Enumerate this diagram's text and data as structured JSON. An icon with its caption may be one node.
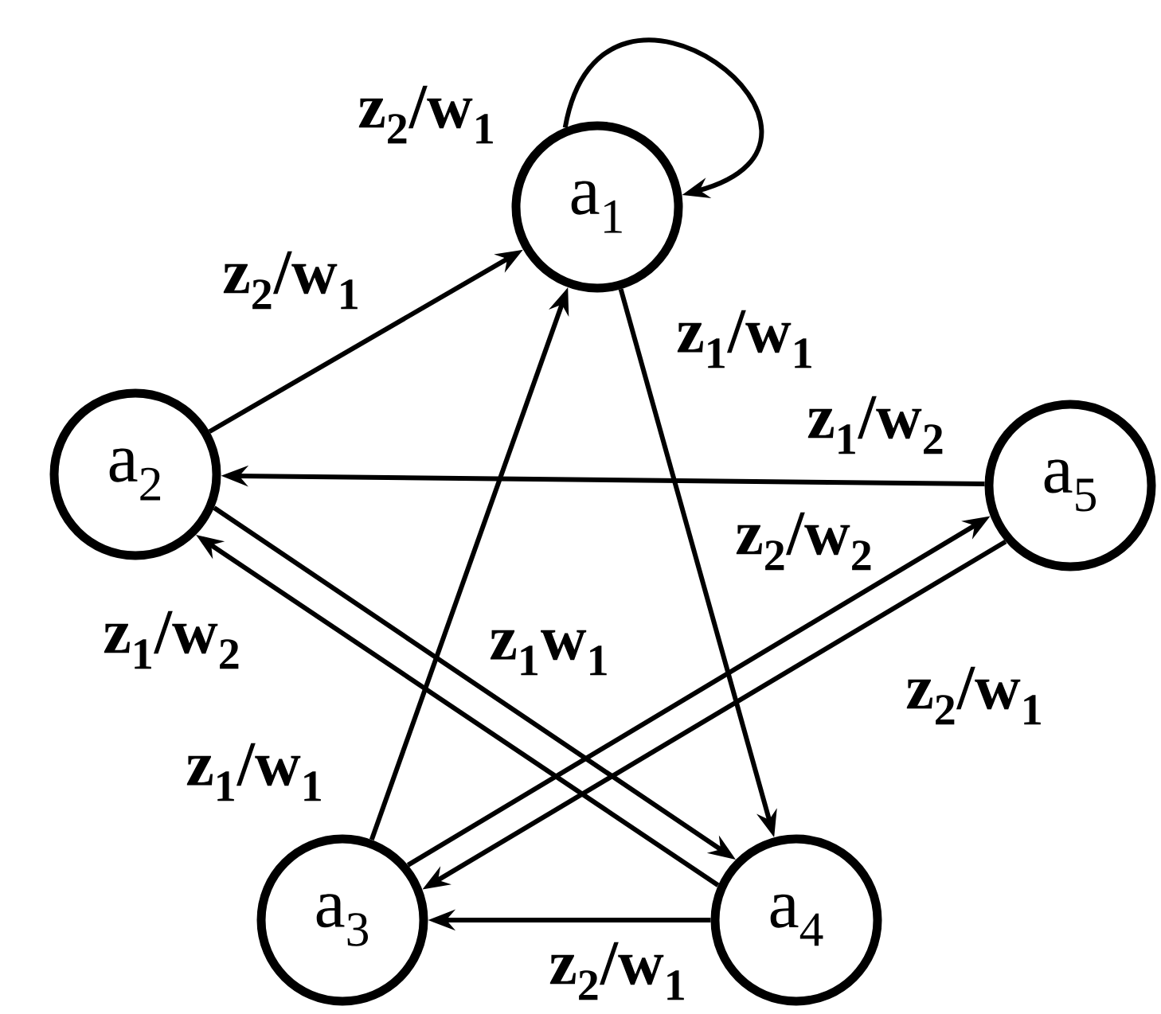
{
  "diagram": {
    "nodes": [
      {
        "text": [
          "a$_{1}$"
        ]
      },
      {
        "text": [
          "a$_{2}$"
        ]
      },
      {
        "text": [
          "a$_{5}$"
        ]
      },
      {
        "text": [
          "a$_{3}$"
        ]
      },
      {
        "text": [
          "a$_{4}$"
        ]
      }
    ],
    "edges": [
      {
        "from": 0,
        "to": 0,
        "arrow": "to",
        "label": "z$_{2}$/w$_{1}$"
      },
      {
        "from": 1,
        "to": 0,
        "arrow": "to",
        "label": "z$_{2}$/w$_{1}$"
      },
      {
        "from": 0,
        "to": 4,
        "arrow": "to",
        "label": "z$_{1}$/w$_{1}$"
      },
      {
        "from": 2,
        "to": 1,
        "arrow": "to",
        "label": "z$_{1}$/w$_{2}$"
      },
      {
        "from": 3,
        "to": 2,
        "arrow": "to",
        "label": "z$_{2}$/w$_{2}$"
      },
      {
        "from": 1,
        "to": 4,
        "arrow": "to",
        "label": "z$_{1}$w$_{1}$"
      },
      {
        "from": 4,
        "to": 1,
        "arrow": "to",
        "label": "z$_{1}$/w$_{2}$"
      },
      {
        "from": 3,
        "to": 0,
        "arrow": "to",
        "label": "z$_{1}$/w$_{1}$"
      },
      {
        "from": 2,
        "to": 3,
        "arrow": "to",
        "label": "z$_{2}$/w$_{1}$"
      },
      {
        "from": 4,
        "to": 3,
        "arrow": "to",
        "label": "z$_{2}$/w$_{1}$"
      }
    ]
  }
}
